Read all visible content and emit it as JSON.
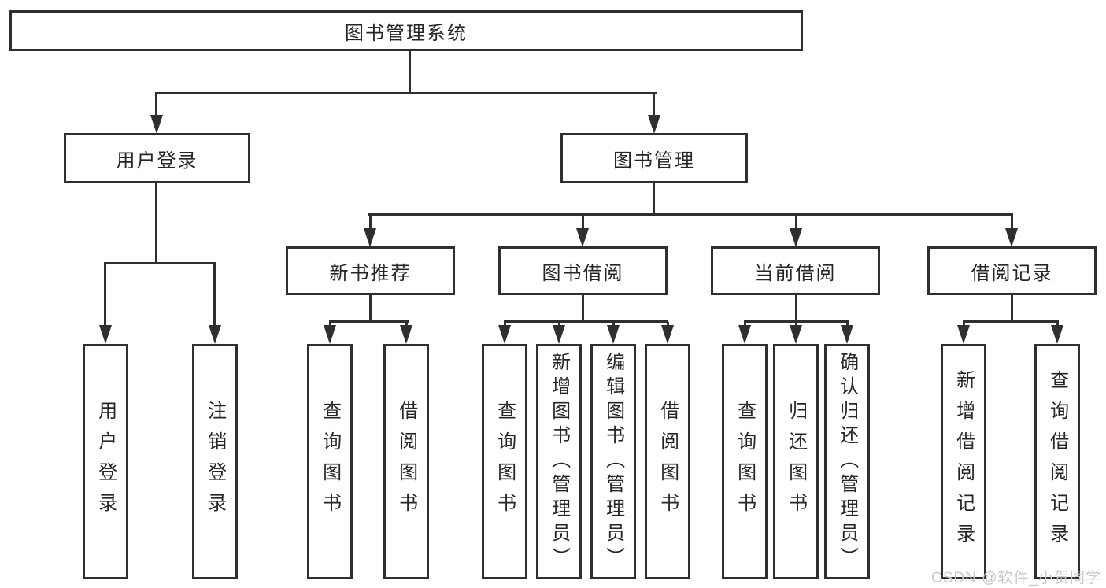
{
  "tree": {
    "root": {
      "label": "图书管理系统"
    },
    "branches": [
      {
        "label": "用户登录",
        "children": [
          {
            "label": "用户登录"
          },
          {
            "label": "注销登录"
          }
        ]
      },
      {
        "label": "图书管理",
        "children": [
          {
            "label": "新书推荐",
            "children": [
              {
                "label": "查询图书"
              },
              {
                "label": "借阅图书"
              }
            ]
          },
          {
            "label": "图书借阅",
            "children": [
              {
                "label": "查询图书"
              },
              {
                "label": "新增图书（管理员）"
              },
              {
                "label": "编辑图书（管理员）"
              },
              {
                "label": "借阅图书"
              }
            ]
          },
          {
            "label": "当前借阅",
            "children": [
              {
                "label": "查询图书"
              },
              {
                "label": "归还图书"
              },
              {
                "label": "确认归还（管理员）"
              }
            ]
          },
          {
            "label": "借阅记录",
            "children": [
              {
                "label": "新增借阅记录"
              },
              {
                "label": "查询借阅记录"
              }
            ]
          }
        ]
      }
    ]
  },
  "watermark": {
    "text": "CSDN @软件_小贺同学"
  },
  "colors": {
    "line": "#2f2f2f",
    "text": "#262626",
    "wm": "#c9c9ce",
    "bg": "#ffffff"
  }
}
